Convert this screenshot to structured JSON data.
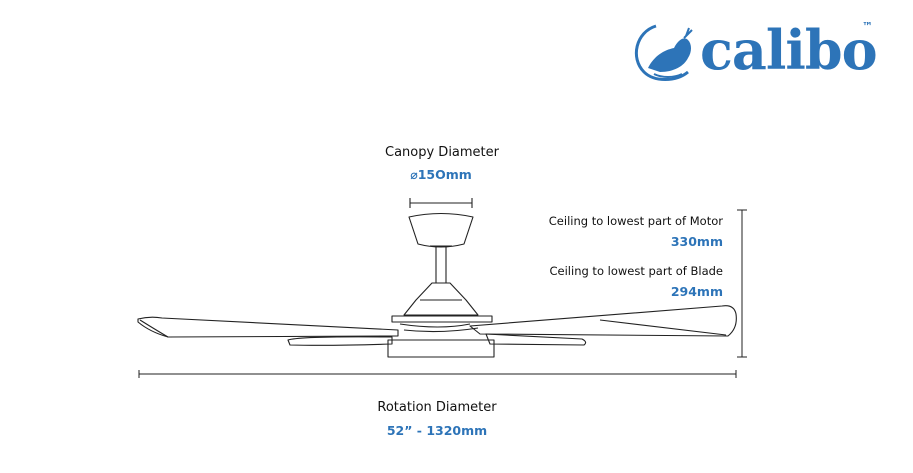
{
  "brand": {
    "name": "calibo",
    "trademark": "™"
  },
  "colors": {
    "accent": "#2d74b8",
    "line": "#222222"
  },
  "dimensions": {
    "canopy": {
      "label": "Canopy Diameter",
      "value": "⌀15Omm"
    },
    "motor": {
      "label": "Ceiling to lowest part of Motor",
      "value": "330mm"
    },
    "blade": {
      "label": "Ceiling to lowest part of Blade",
      "value": "294mm"
    },
    "rotation": {
      "label": "Rotation Diameter",
      "value": "52” - 1320mm"
    }
  }
}
